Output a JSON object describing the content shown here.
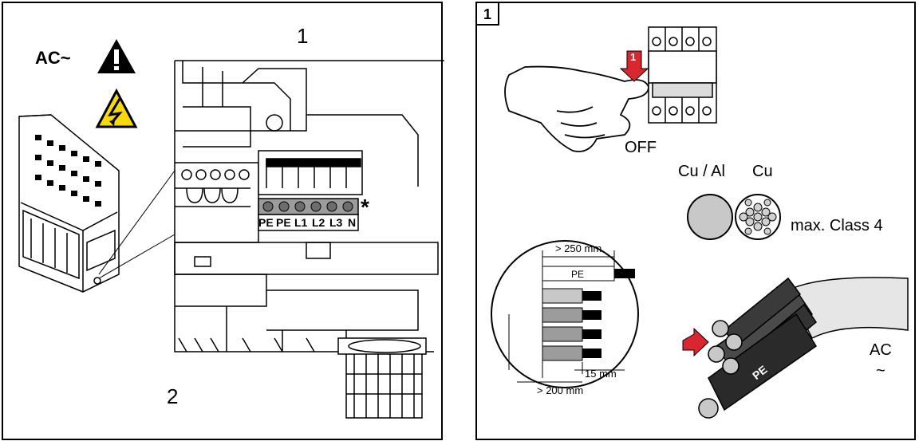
{
  "left_panel": {
    "ac_label": "AC~",
    "callout_1": "1",
    "callout_2": "2",
    "terminal_labels": [
      "PE",
      "PE",
      "L1",
      "L2",
      "L3",
      "N"
    ],
    "asterisk": "*"
  },
  "right_panel": {
    "step_number": "1",
    "breaker_step": "1",
    "off_label": "OFF",
    "conductor_materials": [
      "Cu / Al",
      "Cu"
    ],
    "class_label": "max. Class 4",
    "strip_lengths": {
      "pe_length": "> 250 mm",
      "pe_label": "PE",
      "strip": "15 mm",
      "other_length": "> 200 mm"
    },
    "cable_pe_label": "PE",
    "ac_label": "AC",
    "ac_tilde": "~"
  },
  "colors": {
    "warning_yellow": "#f5d90a",
    "arrow_red": "#d8272e",
    "stripe_grey": "#9c9c9c"
  }
}
